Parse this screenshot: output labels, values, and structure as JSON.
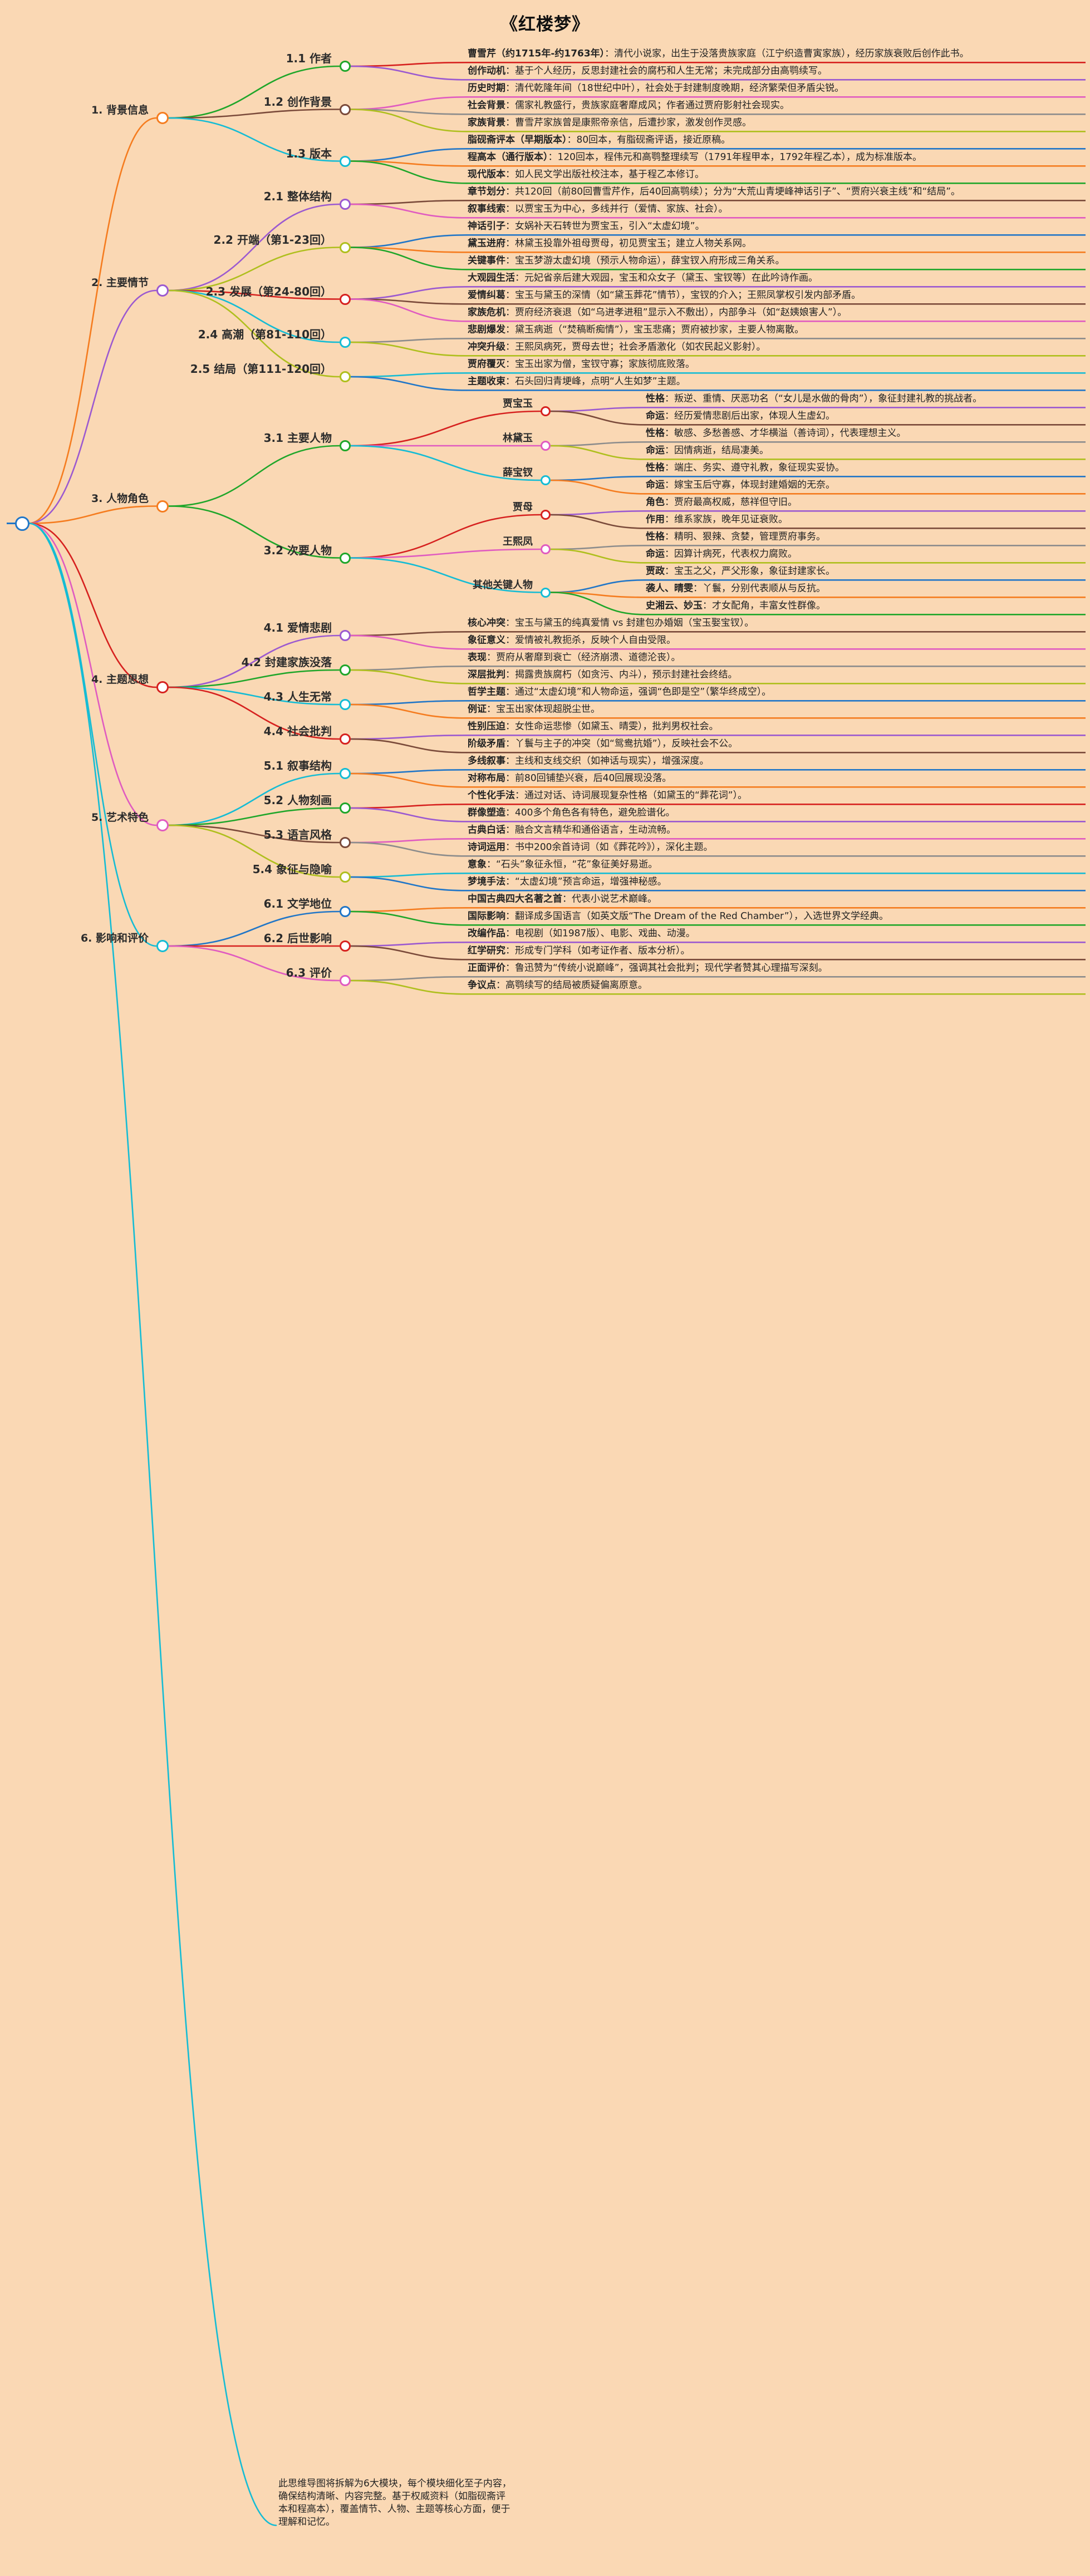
{
  "title": "《红楼梦》",
  "background": "#FAD8B4",
  "root": {
    "label": ""
  },
  "footer": "此思维导图将拆解为6大模块，每个模块细化至子内容，确保结构清晰、内容完整。基于权威资料（如脂砚斋评本和程高本），覆盖情节、人物、主题等核心方面，便于理解和记忆。",
  "branches": [
    {
      "label": "1. 背景信息",
      "color": "#F57C1F",
      "children": [
        {
          "label": "1.1 作者",
          "color": "#1FA62A",
          "leaves": [
            {
              "bold": "曹雪芹（约1715年-约1763年）",
              "text": "：清代小说家，出生于没落贵族家庭（江宁织造曹寅家族），经历家族衰败后创作此书。",
              "color": "#D6211F"
            },
            {
              "bold": "创作动机",
              "text": "：基于个人经历，反思封建社会的腐朽和人生无常；未完成部分由高鹗续写。",
              "color": "#9B59D0"
            }
          ]
        },
        {
          "label": "1.2 创作背景",
          "color": "#7A4A3A",
          "leaves": [
            {
              "bold": "历史时期",
              "text": "：清代乾隆年间（18世纪中叶），社会处于封建制度晚期，经济繁荣但矛盾尖锐。",
              "color": "#E05BC0"
            },
            {
              "bold": "社会背景",
              "text": "：儒家礼教盛行，贵族家庭奢靡成风；作者通过贾府影射社会现实。",
              "color": "#8C8C8C"
            },
            {
              "bold": "家族背景",
              "text": "：曹雪芹家族曾是康熙帝亲信，后遭抄家，激发创作灵感。",
              "color": "#AFBF1E"
            }
          ]
        },
        {
          "label": "1.3 版本",
          "color": "#15BCD4",
          "leaves": [
            {
              "bold": "脂砚斋评本（早期版本）",
              "text": "：80回本，有脂砚斋评语，接近原稿。",
              "color": "#2176C7"
            },
            {
              "bold": "程高本（通行版本）",
              "text": "：120回本，程伟元和高鹗整理续写（1791年程甲本，1792年程乙本），成为标准版本。",
              "color": "#F57C1F"
            },
            {
              "bold": "现代版本",
              "text": "：如人民文学出版社校注本，基于程乙本修订。",
              "color": "#1FA62A"
            }
          ]
        }
      ]
    },
    {
      "label": "2. 主要情节",
      "color": "#9B59D0",
      "children": [
        {
          "label": "2.1 整体结构",
          "color": "#9B59D0",
          "leaves": [
            {
              "bold": "章节划分",
              "text": "：共120回（前80回曹雪芹作，后40回高鹗续）；分为“大荒山青埂峰神话引子”、“贾府兴衰主线”和“结局”。",
              "color": "#7A4A3A"
            },
            {
              "bold": "叙事线索",
              "text": "：以贾宝玉为中心，多线并行（爱情、家族、社会）。",
              "color": "#E05BC0"
            }
          ]
        },
        {
          "label": "2.2 开端（第1-23回）",
          "color": "#AFBF1E",
          "leaves": [
            {
              "bold": "神话引子",
              "text": "：女娲补天石转世为贾宝玉，引入“太虚幻境”。",
              "color": "#2176C7"
            },
            {
              "bold": "黛玉进府",
              "text": "：林黛玉投靠外祖母贾母，初见贾宝玉；建立人物关系网。",
              "color": "#F57C1F"
            },
            {
              "bold": "关键事件",
              "text": "：宝玉梦游太虚幻境（预示人物命运），薛宝钗入府形成三角关系。",
              "color": "#1FA62A"
            }
          ]
        },
        {
          "label": "2.3 发展（第24-80回）",
          "color": "#D6211F",
          "leaves": [
            {
              "bold": "大观园生活",
              "text": "：元妃省亲后建大观园，宝玉和众女子（黛玉、宝钗等）在此吟诗作画。",
              "color": "#9B59D0"
            },
            {
              "bold": "爱情纠葛",
              "text": "：宝玉与黛玉的深情（如“黛玉葬花”情节），宝钗的介入；王熙凤掌权引发内部矛盾。",
              "color": "#7A4A3A"
            },
            {
              "bold": "家族危机",
              "text": "：贾府经济衰退（如“乌进孝进租”显示入不敷出），内部争斗（如“赵姨娘害人”）。",
              "color": "#E05BC0"
            }
          ]
        },
        {
          "label": "2.4 高潮（第81-110回）",
          "color": "#15BCD4",
          "leaves": [
            {
              "bold": "悲剧爆发",
              "text": "：黛玉病逝（“焚稿断痴情”），宝玉悲痛；贾府被抄家，主要人物离散。",
              "color": "#8C8C8C"
            },
            {
              "bold": "冲突升级",
              "text": "：王熙凤病死，贾母去世；社会矛盾激化（如农民起义影射）。",
              "color": "#AFBF1E"
            }
          ]
        },
        {
          "label": "2.5 结局（第111-120回）",
          "color": "#AFBF1E",
          "leaves": [
            {
              "bold": "贾府覆灭",
              "text": "：宝玉出家为僧，宝钗守寡；家族彻底败落。",
              "color": "#15BCD4"
            },
            {
              "bold": "主题收束",
              "text": "：石头回归青埂峰，点明“人生如梦”主题。",
              "color": "#2176C7"
            }
          ]
        }
      ]
    },
    {
      "label": "3. 人物角色",
      "color": "#F57C1F",
      "children": [
        {
          "label": "3.1 主要人物",
          "color": "#1FA62A",
          "subnodes": [
            {
              "label": "贾宝玉",
              "color": "#D6211F",
              "leaves": [
                {
                  "bold": "性格",
                  "text": "：叛逆、重情、厌恶功名（“女儿是水做的骨肉”），象征封建礼教的挑战者。",
                  "color": "#9B59D0"
                },
                {
                  "bold": "命运",
                  "text": "：经历爱情悲剧后出家，体现人生虚幻。",
                  "color": "#7A4A3A"
                }
              ]
            },
            {
              "label": "林黛玉",
              "color": "#E05BC0",
              "leaves": [
                {
                  "bold": "性格",
                  "text": "：敏感、多愁善感、才华横溢（善诗词），代表理想主义。",
                  "color": "#8C8C8C"
                },
                {
                  "bold": "命运",
                  "text": "：因情病逝，结局凄美。",
                  "color": "#AFBF1E"
                }
              ]
            },
            {
              "label": "薛宝钗",
              "color": "#15BCD4",
              "leaves": [
                {
                  "bold": "性格",
                  "text": "：端庄、务实、遵守礼教，象征现实妥协。",
                  "color": "#2176C7"
                },
                {
                  "bold": "命运",
                  "text": "：嫁宝玉后守寡，体现封建婚姻的无奈。",
                  "color": "#F57C1F"
                }
              ]
            }
          ]
        },
        {
          "label": "3.2 次要人物",
          "color": "#1FA62A",
          "subnodes": [
            {
              "label": "贾母",
              "color": "#D6211F",
              "leaves": [
                {
                  "bold": "角色",
                  "text": "：贾府最高权威，慈祥但守旧。",
                  "color": "#9B59D0"
                },
                {
                  "bold": "作用",
                  "text": "：维系家族，晚年见证衰败。",
                  "color": "#7A4A3A"
                }
              ]
            },
            {
              "label": "王熙凤",
              "color": "#E05BC0",
              "leaves": [
                {
                  "bold": "性格",
                  "text": "：精明、狠辣、贪婪，管理贾府事务。",
                  "color": "#8C8C8C"
                },
                {
                  "bold": "命运",
                  "text": "：因算计病死，代表权力腐败。",
                  "color": "#AFBF1E"
                }
              ]
            },
            {
              "label": "其他关键人物",
              "color": "#15BCD4",
              "leaves": [
                {
                  "bold": "贾政",
                  "text": "：宝玉之父，严父形象，象征封建家长。",
                  "color": "#2176C7"
                },
                {
                  "bold": "袭人、晴雯",
                  "text": "：丫鬟，分别代表顺从与反抗。",
                  "color": "#F57C1F"
                },
                {
                  "bold": "史湘云、妙玉",
                  "text": "：才女配角，丰富女性群像。",
                  "color": "#1FA62A"
                }
              ]
            }
          ]
        }
      ]
    },
    {
      "label": "4. 主题思想",
      "color": "#D6211F",
      "children": [
        {
          "label": "4.1 爱情悲剧",
          "color": "#9B59D0",
          "leaves": [
            {
              "bold": "核心冲突",
              "text": "：宝玉与黛玉的纯真爱情 vs 封建包办婚姻（宝玉娶宝钗）。",
              "color": "#7A4A3A"
            },
            {
              "bold": "象征意义",
              "text": "：爱情被礼教扼杀，反映个人自由受限。",
              "color": "#E05BC0"
            }
          ]
        },
        {
          "label": "4.2 封建家族没落",
          "color": "#1FA62A",
          "leaves": [
            {
              "bold": "表现",
              "text": "：贾府从奢靡到衰亡（经济崩溃、道德沦丧）。",
              "color": "#8C8C8C"
            },
            {
              "bold": "深层批判",
              "text": "：揭露贵族腐朽（如贪污、内斗），预示封建社会终结。",
              "color": "#AFBF1E"
            }
          ]
        },
        {
          "label": "4.3 人生无常",
          "color": "#15BCD4",
          "leaves": [
            {
              "bold": "哲学主题",
              "text": "：通过“太虚幻境”和人物命运，强调“色即是空”（繁华终成空）。",
              "color": "#2176C7"
            },
            {
              "bold": "例证",
              "text": "：宝玉出家体现超脱尘世。",
              "color": "#F57C1F"
            }
          ]
        },
        {
          "label": "4.4 社会批判",
          "color": "#D6211F",
          "leaves": [
            {
              "bold": "性别压迫",
              "text": "：女性命运悲惨（如黛玉、晴雯），批判男权社会。",
              "color": "#9B59D0"
            },
            {
              "bold": "阶级矛盾",
              "text": "：丫鬟与主子的冲突（如“鸳鸯抗婚”），反映社会不公。",
              "color": "#7A4A3A"
            }
          ]
        }
      ]
    },
    {
      "label": "5. 艺术特色",
      "color": "#E05BC0",
      "children": [
        {
          "label": "5.1 叙事结构",
          "color": "#15BCD4",
          "leaves": [
            {
              "bold": "多线叙事",
              "text": "：主线和支线交织（如神话与现实），增强深度。",
              "color": "#2176C7"
            },
            {
              "bold": "对称布局",
              "text": "：前80回铺垫兴衰，后40回展现没落。",
              "color": "#F57C1F"
            }
          ]
        },
        {
          "label": "5.2 人物刻画",
          "color": "#1FA62A",
          "leaves": [
            {
              "bold": "个性化手法",
              "text": "：通过对话、诗词展现复杂性格（如黛玉的“葬花词”）。",
              "color": "#D6211F"
            },
            {
              "bold": "群像塑造",
              "text": "：400多个角色各有特色，避免脸谱化。",
              "color": "#9B59D0"
            }
          ]
        },
        {
          "label": "5.3 语言风格",
          "color": "#7A4A3A",
          "leaves": [
            {
              "bold": "古典白话",
              "text": "：融合文言精华和通俗语言，生动流畅。",
              "color": "#E05BC0"
            },
            {
              "bold": "诗词运用",
              "text": "：书中200余首诗词（如《葬花吟》），深化主题。",
              "color": "#8C8C8C"
            }
          ]
        },
        {
          "label": "5.4 象征与隐喻",
          "color": "#AFBF1E",
          "leaves": [
            {
              "bold": "意象",
              "text": "：“石头”象征永恒，“花”象征美好易逝。",
              "color": "#15BCD4"
            },
            {
              "bold": "梦境手法",
              "text": "：“太虚幻境”预言命运，增强神秘感。",
              "color": "#2176C7"
            }
          ]
        }
      ]
    },
    {
      "label": "6. 影响和评价",
      "color": "#15BCD4",
      "children": [
        {
          "label": "6.1 文学地位",
          "color": "#2176C7",
          "leaves": [
            {
              "bold": "中国古典四大名著之首",
              "text": "：代表小说艺术巅峰。",
              "color": "#F57C1F"
            },
            {
              "bold": "国际影响",
              "text": "：翻译成多国语言（如英文版“The Dream of the Red Chamber”），入选世界文学经典。",
              "color": "#1FA62A"
            }
          ]
        },
        {
          "label": "6.2 后世影响",
          "color": "#D6211F",
          "leaves": [
            {
              "bold": "改编作品",
              "text": "：电视剧（如1987版）、电影、戏曲、动漫。",
              "color": "#9B59D0"
            },
            {
              "bold": "红学研究",
              "text": "：形成专门学科（如考证作者、版本分析）。",
              "color": "#7A4A3A"
            }
          ]
        },
        {
          "label": "6.3 评价",
          "color": "#E05BC0",
          "leaves": [
            {
              "bold": "正面评价",
              "text": "：鲁迅赞为“传统小说巅峰”，强调其社会批判；现代学者赞其心理描写深刻。",
              "color": "#8C8C8C"
            },
            {
              "bold": "争议点",
              "text": "：高鹗续写的结局被质疑偏离原意。",
              "color": "#AFBF1E"
            }
          ]
        }
      ]
    }
  ]
}
